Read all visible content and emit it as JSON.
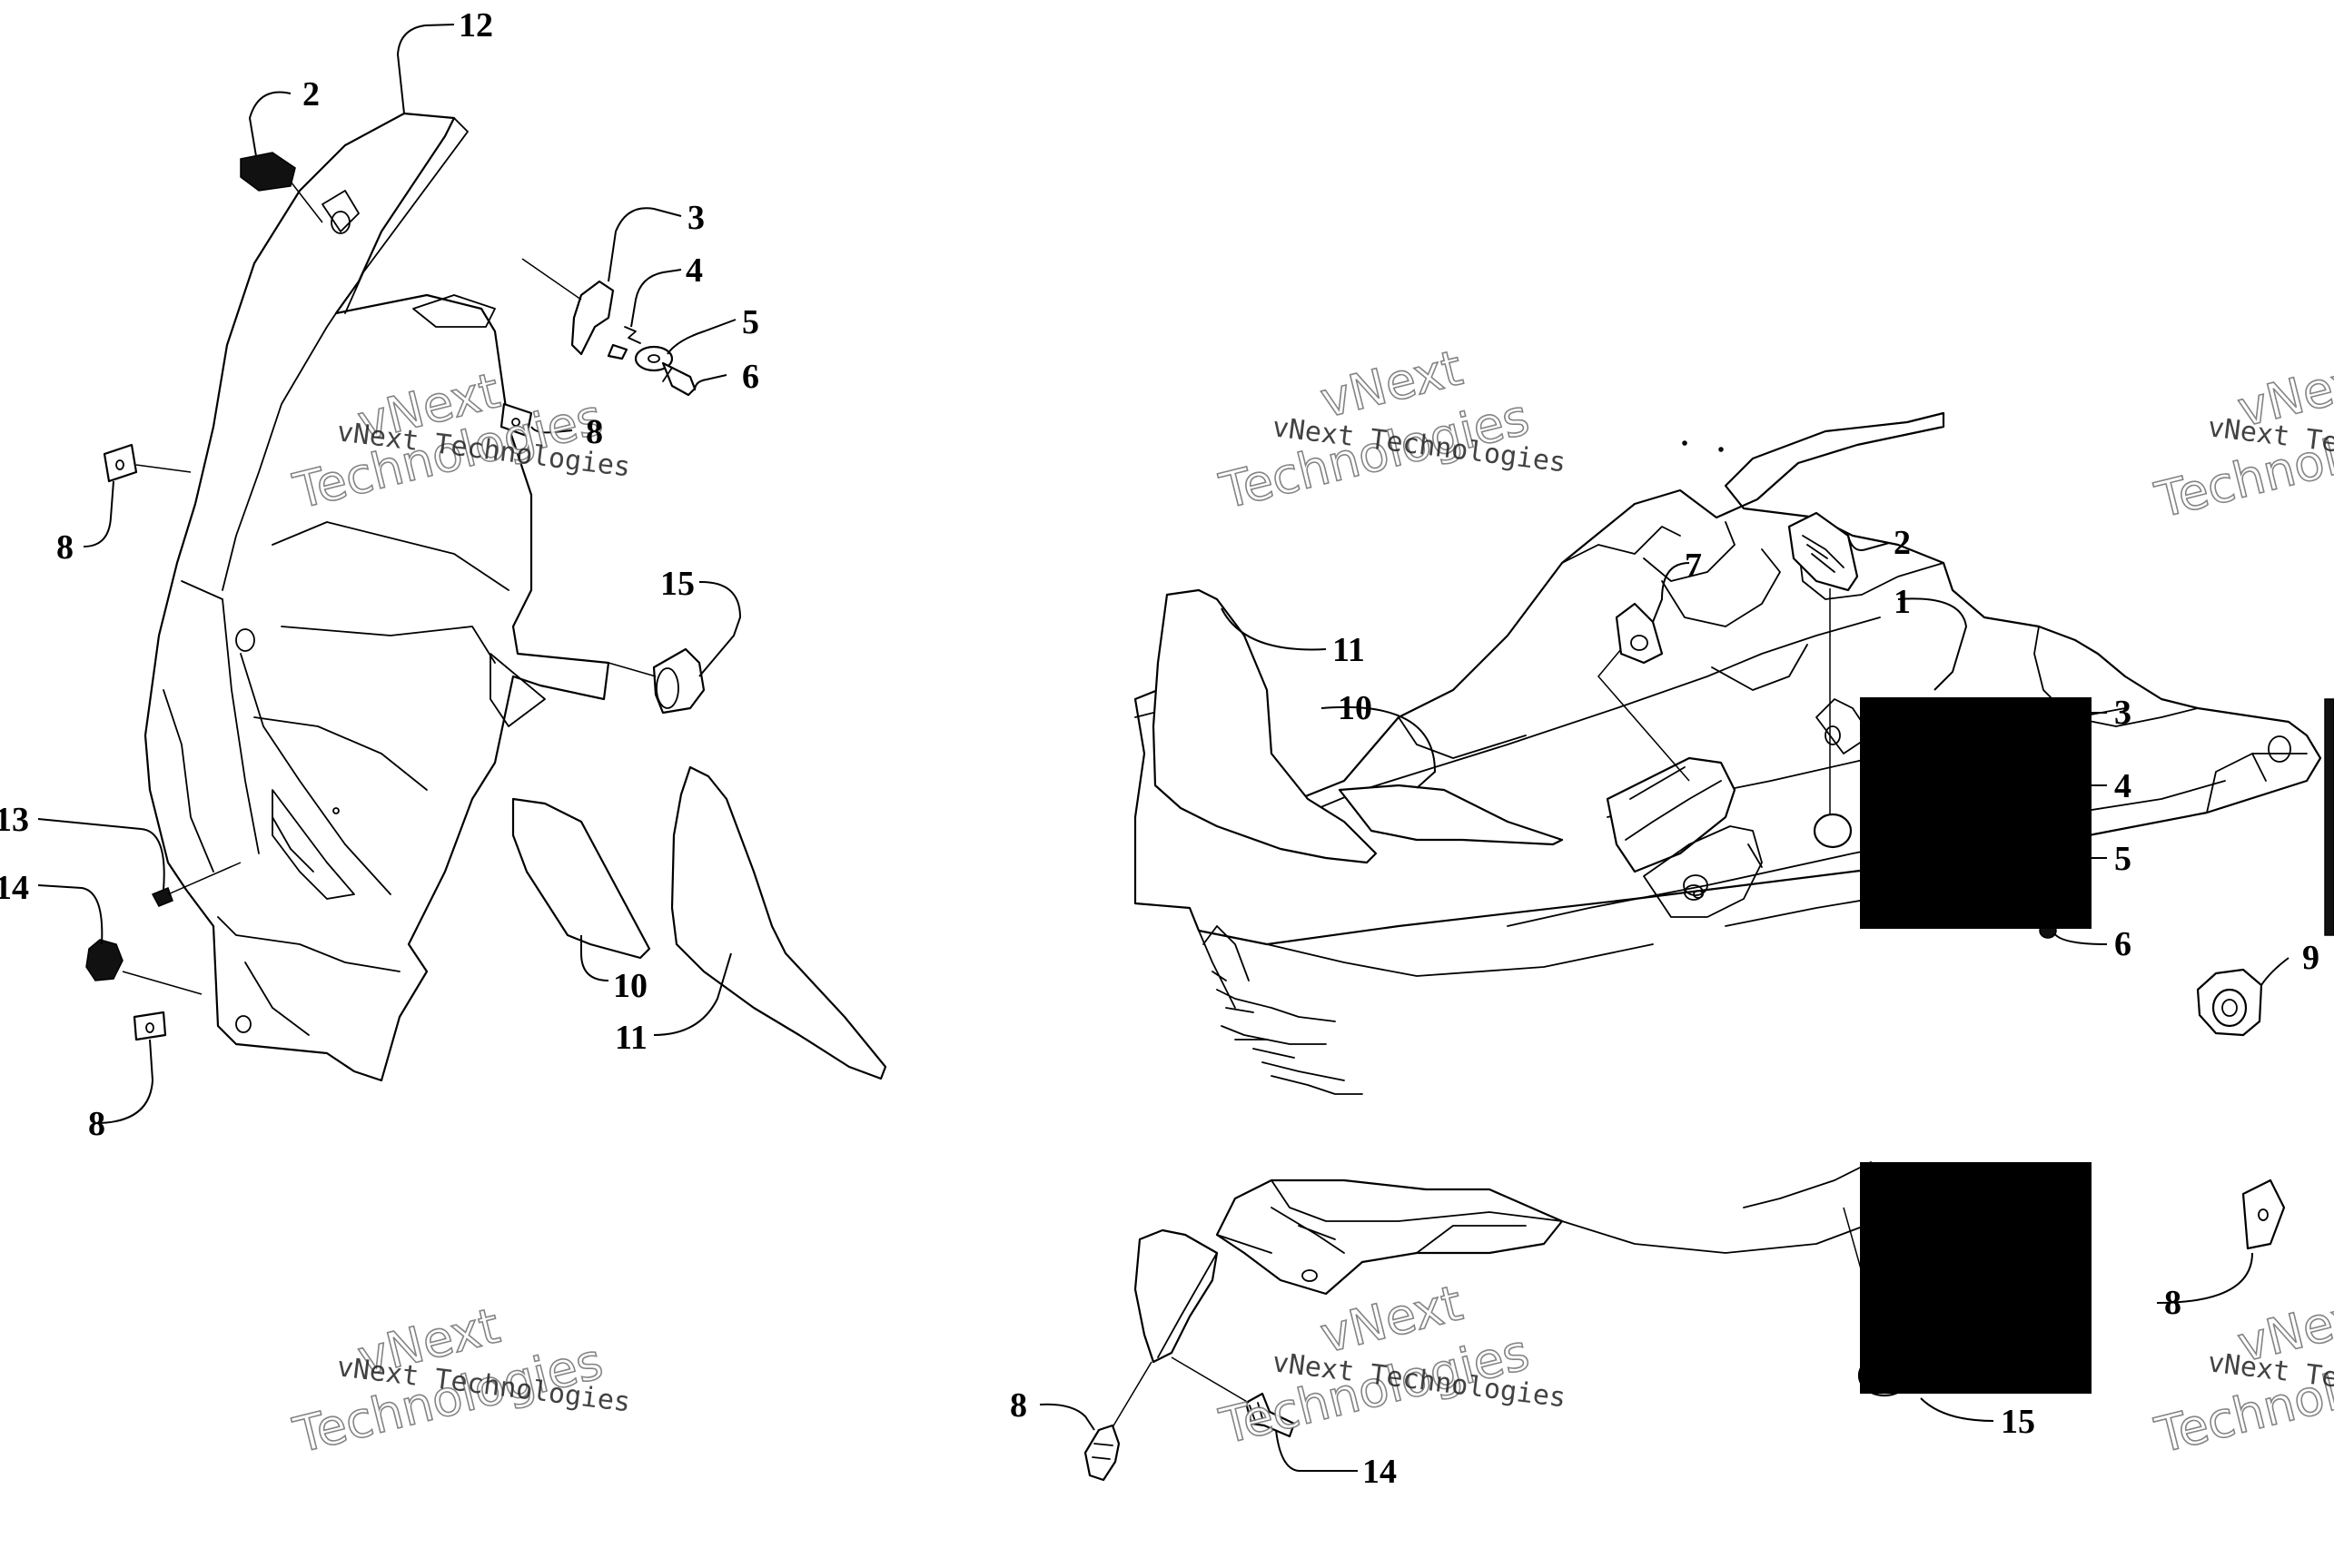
{
  "watermark": {
    "line1": "vNext",
    "line2": "Technologies",
    "caption": "vNext Technologies"
  },
  "left_view": {
    "callouts": {
      "c12": "12",
      "c2": "2",
      "c3": "3",
      "c4": "4",
      "c5": "5",
      "c6": "6",
      "c8a": "8",
      "c8b": "8",
      "c8c": "8",
      "c15": "15",
      "c13": "13",
      "c14": "14",
      "c10": "10",
      "c11": "11"
    }
  },
  "right_view": {
    "callouts": {
      "c7": "7",
      "c2": "2",
      "c1": "1",
      "c11": "11",
      "c10": "10",
      "c3": "3",
      "c4": "4",
      "c5": "5",
      "c6": "6",
      "c9": "9",
      "c8a": "8",
      "c8b": "8",
      "c14": "14",
      "c15": "15"
    }
  }
}
